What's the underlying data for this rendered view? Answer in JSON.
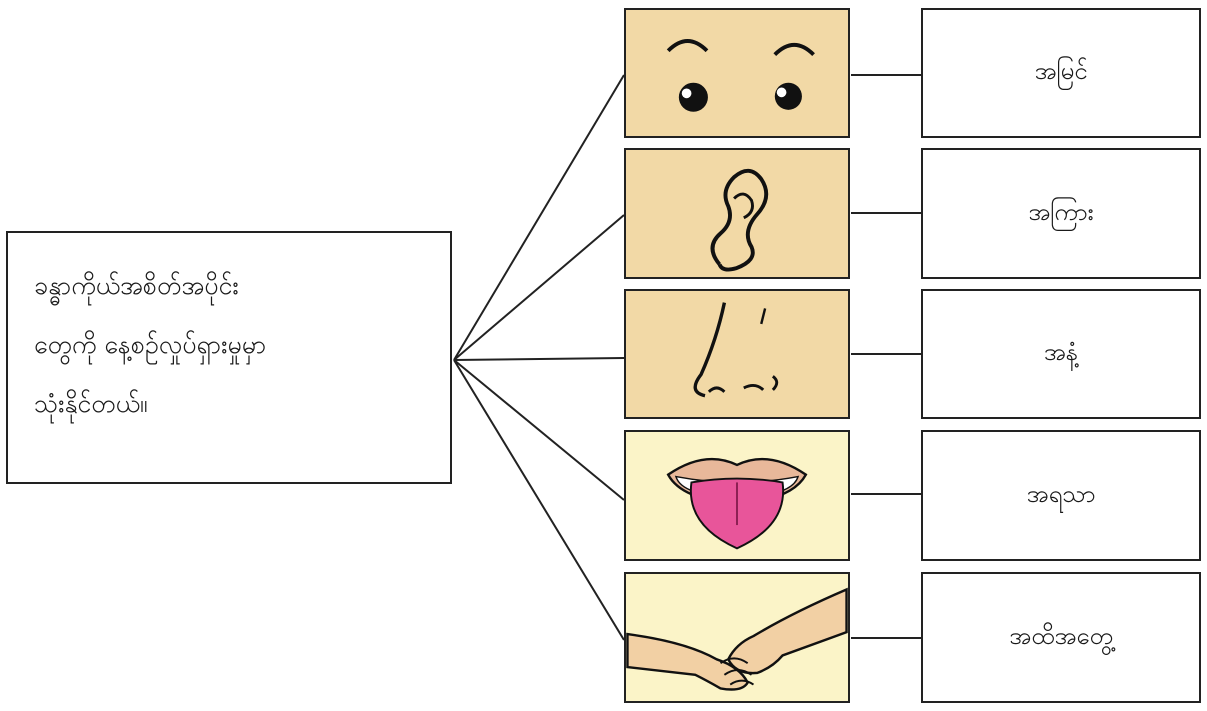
{
  "main_text": {
    "line1": "ခန္ဓာကိုယ်အစိတ်အပိုင်း",
    "line2": "တွေကို နေ့စဉ်လှုပ်ရှားမှုမှာ",
    "line3": "သုံးနိုင်တယ်။"
  },
  "senses": [
    {
      "icon": "eyes-icon",
      "label": "အမြင်"
    },
    {
      "icon": "ear-icon",
      "label": "အကြား"
    },
    {
      "icon": "nose-icon",
      "label": "အနံ့"
    },
    {
      "icon": "tongue-icon",
      "label": "အရသာ"
    },
    {
      "icon": "hands-icon",
      "label": "အထိအတွေ့"
    }
  ],
  "colors": {
    "tan": "#f2d9a6",
    "pale_yellow": "#fbf4c8",
    "line": "#222222",
    "tongue": "#e8559a"
  }
}
